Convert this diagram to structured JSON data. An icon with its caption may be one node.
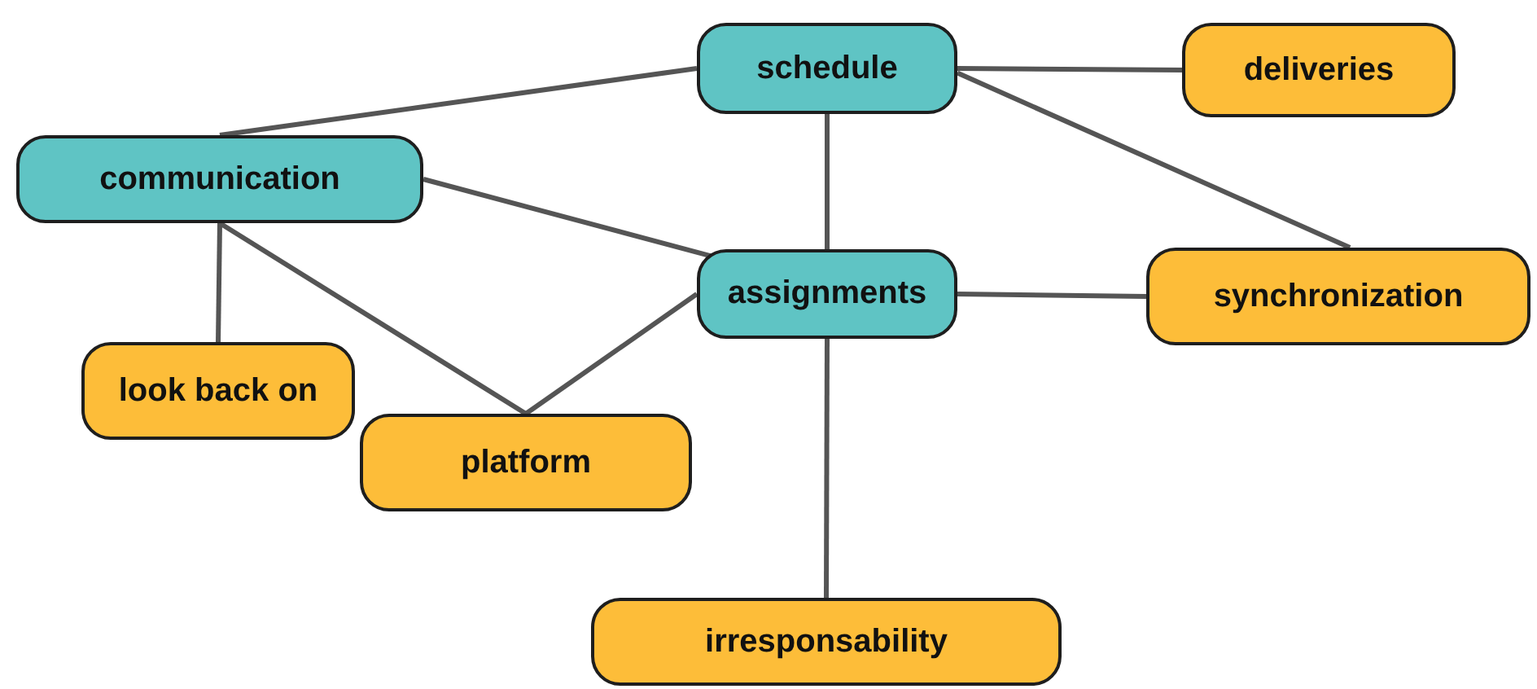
{
  "diagram": {
    "nodes": [
      {
        "text": [
          "schedule"
        ]
      },
      {
        "text": [
          "deliveries"
        ]
      },
      {
        "text": [
          "communication"
        ]
      },
      {
        "text": [
          "assignments"
        ]
      },
      {
        "text": [
          "synchronization"
        ]
      },
      {
        "text": [
          "look back on"
        ]
      },
      {
        "text": [
          "platform"
        ]
      },
      {
        "text": [
          "irresponsability"
        ]
      }
    ],
    "edges": [
      {
        "from": 0,
        "to": 2,
        "arrow": "none"
      },
      {
        "from": 0,
        "to": 1,
        "arrow": "none"
      },
      {
        "from": 0,
        "to": 3,
        "arrow": "none"
      },
      {
        "from": 0,
        "to": 4,
        "arrow": "none"
      },
      {
        "from": 2,
        "to": 3,
        "arrow": "none"
      },
      {
        "from": 2,
        "to": 5,
        "arrow": "none"
      },
      {
        "from": 2,
        "to": 6,
        "arrow": "none"
      },
      {
        "from": 3,
        "to": 6,
        "arrow": "none"
      },
      {
        "from": 3,
        "to": 4,
        "arrow": "none"
      },
      {
        "from": 3,
        "to": 7,
        "arrow": "none"
      }
    ]
  }
}
